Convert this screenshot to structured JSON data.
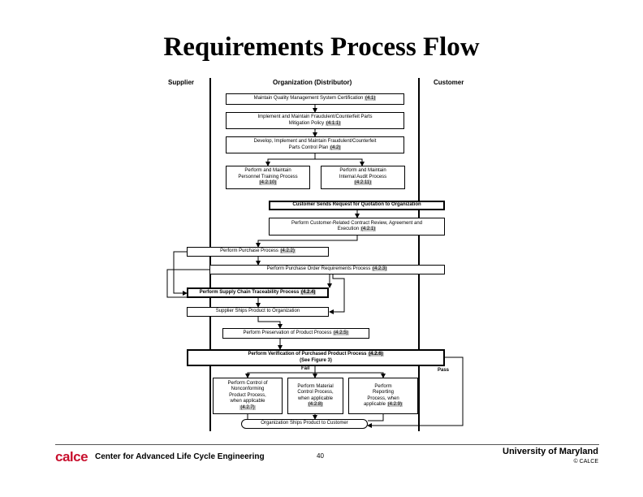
{
  "title": "Requirements Process Flow",
  "lanes": {
    "supplier": "Supplier",
    "organization": "Organization (Distributor)",
    "customer": "Customer"
  },
  "boxes": {
    "qms": {
      "text": "Maintain Quality Management System Certification",
      "ref": "(4.1)"
    },
    "mitigation": {
      "text1": "Implement and Maintain Fraudulent/Counterfeit Parts",
      "text2": "Mitigation Policy",
      "ref": "(4.1.1)"
    },
    "control_plan": {
      "text1": "Develop, Implement and Maintain Fraudulent/Counterfeit",
      "text2": "Parts Control Plan",
      "ref": "(4.2)"
    },
    "training": {
      "text1": "Perform and Maintain",
      "text2": "Personnel Training Process",
      "ref": "(4.2.10)"
    },
    "audit": {
      "text1": "Perform and Maintain",
      "text2": "Internal Audit Process",
      "ref": "(4.2.11)"
    },
    "customer_request": {
      "text": "Customer Sends Request for Quotation to Organization"
    },
    "contract_review": {
      "text1": "Perform Customer-Related Contract Review, Agreement and",
      "text2": "Execution",
      "ref": "(4.2.1)"
    },
    "purchase": {
      "text": "Perform Purchase Process",
      "ref": "(4.2.2)"
    },
    "po_requirements": {
      "text": "Perform Purchase Order Requirements Process",
      "ref": "(4.2.3)"
    },
    "traceability": {
      "text": "Perform Supply Chain Traceability Process",
      "ref": "(4.2.4)"
    },
    "supplier_ships": {
      "text": "Supplier Ships Product to Organization"
    },
    "preservation": {
      "text": "Perform Preservation of Product Process",
      "ref": "(4.2.5)"
    },
    "verification": {
      "text": "Perform Verification of Purchased Product Process",
      "ref": "(4.2.6)",
      "see": "(See Figure 3)"
    },
    "nonconforming": {
      "text1": "Perform Control of",
      "text2": "Nonconforming",
      "text3": "Product Process,",
      "text4": "when applicable",
      "ref": "(4.2.7)"
    },
    "material_control": {
      "text1": "Perform Material",
      "text2": "Control Process,",
      "text3": "when applicable",
      "ref": "(4.2.8)"
    },
    "reporting": {
      "text1": "Perform",
      "text2": "Reporting",
      "text3": "Process, when",
      "text4": "applicable",
      "ref": "(4.2.9)"
    },
    "org_ships": {
      "text": "Organization Ships Product to Customer"
    }
  },
  "labels": {
    "fail": "Fail",
    "pass": "Pass"
  },
  "footer": {
    "logo": "calce",
    "center": "Center for Advanced Life Cycle Engineering",
    "page": "40",
    "university": "University of Maryland",
    "copyright": "© CALCE"
  }
}
